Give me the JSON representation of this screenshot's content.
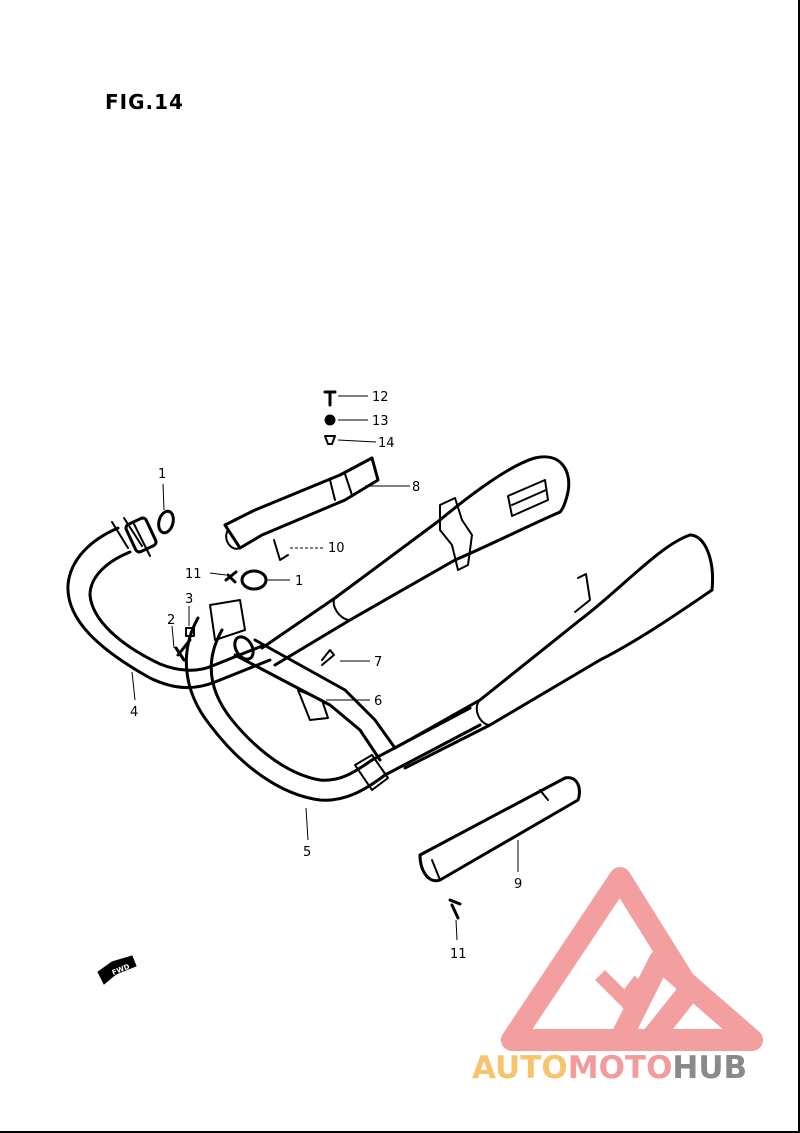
{
  "figure": {
    "title": "FIG.14"
  },
  "callouts": [
    {
      "id": "c12",
      "text": "12"
    },
    {
      "id": "c13",
      "text": "13"
    },
    {
      "id": "c14",
      "text": "14"
    },
    {
      "id": "c8",
      "text": "8"
    },
    {
      "id": "c1a",
      "text": "1"
    },
    {
      "id": "c10",
      "text": "10"
    },
    {
      "id": "c11a",
      "text": "11"
    },
    {
      "id": "c1b",
      "text": "1"
    },
    {
      "id": "c2",
      "text": "2"
    },
    {
      "id": "c3",
      "text": "3"
    },
    {
      "id": "c7",
      "text": "7"
    },
    {
      "id": "c6",
      "text": "6"
    },
    {
      "id": "c4",
      "text": "4"
    },
    {
      "id": "c5",
      "text": "5"
    },
    {
      "id": "c9",
      "text": "9"
    },
    {
      "id": "c11b",
      "text": "11"
    }
  ],
  "arrow": {
    "text": "FWD"
  },
  "watermark": {
    "part1": "AUTO",
    "part2": "MOTO",
    "part3": "HUB",
    "colors": {
      "auto": "#f7c46e",
      "moto": "#f39a9a",
      "hub": "#8a8a8a",
      "logo": "#f39a9a"
    }
  }
}
